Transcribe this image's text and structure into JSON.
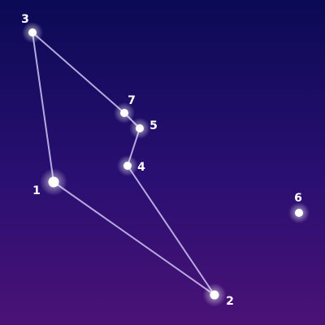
{
  "stars": [
    {
      "id": "1",
      "label": "1"
    },
    {
      "id": "2",
      "label": "2"
    },
    {
      "id": "3",
      "label": "3"
    },
    {
      "id": "4",
      "label": "4"
    },
    {
      "id": "5",
      "label": "5"
    },
    {
      "id": "6",
      "label": "6"
    },
    {
      "id": "7",
      "label": "7"
    }
  ],
  "connections": [
    [
      "3",
      "1"
    ],
    [
      "1",
      "2"
    ],
    [
      "2",
      "4"
    ],
    [
      "4",
      "5"
    ],
    [
      "5",
      "7"
    ],
    [
      "7",
      "3"
    ]
  ],
  "colors": {
    "sky_top": "#0b0a55",
    "sky_bottom": "#4a1276",
    "line": "#cfc6f3",
    "star": "#ffffff"
  }
}
